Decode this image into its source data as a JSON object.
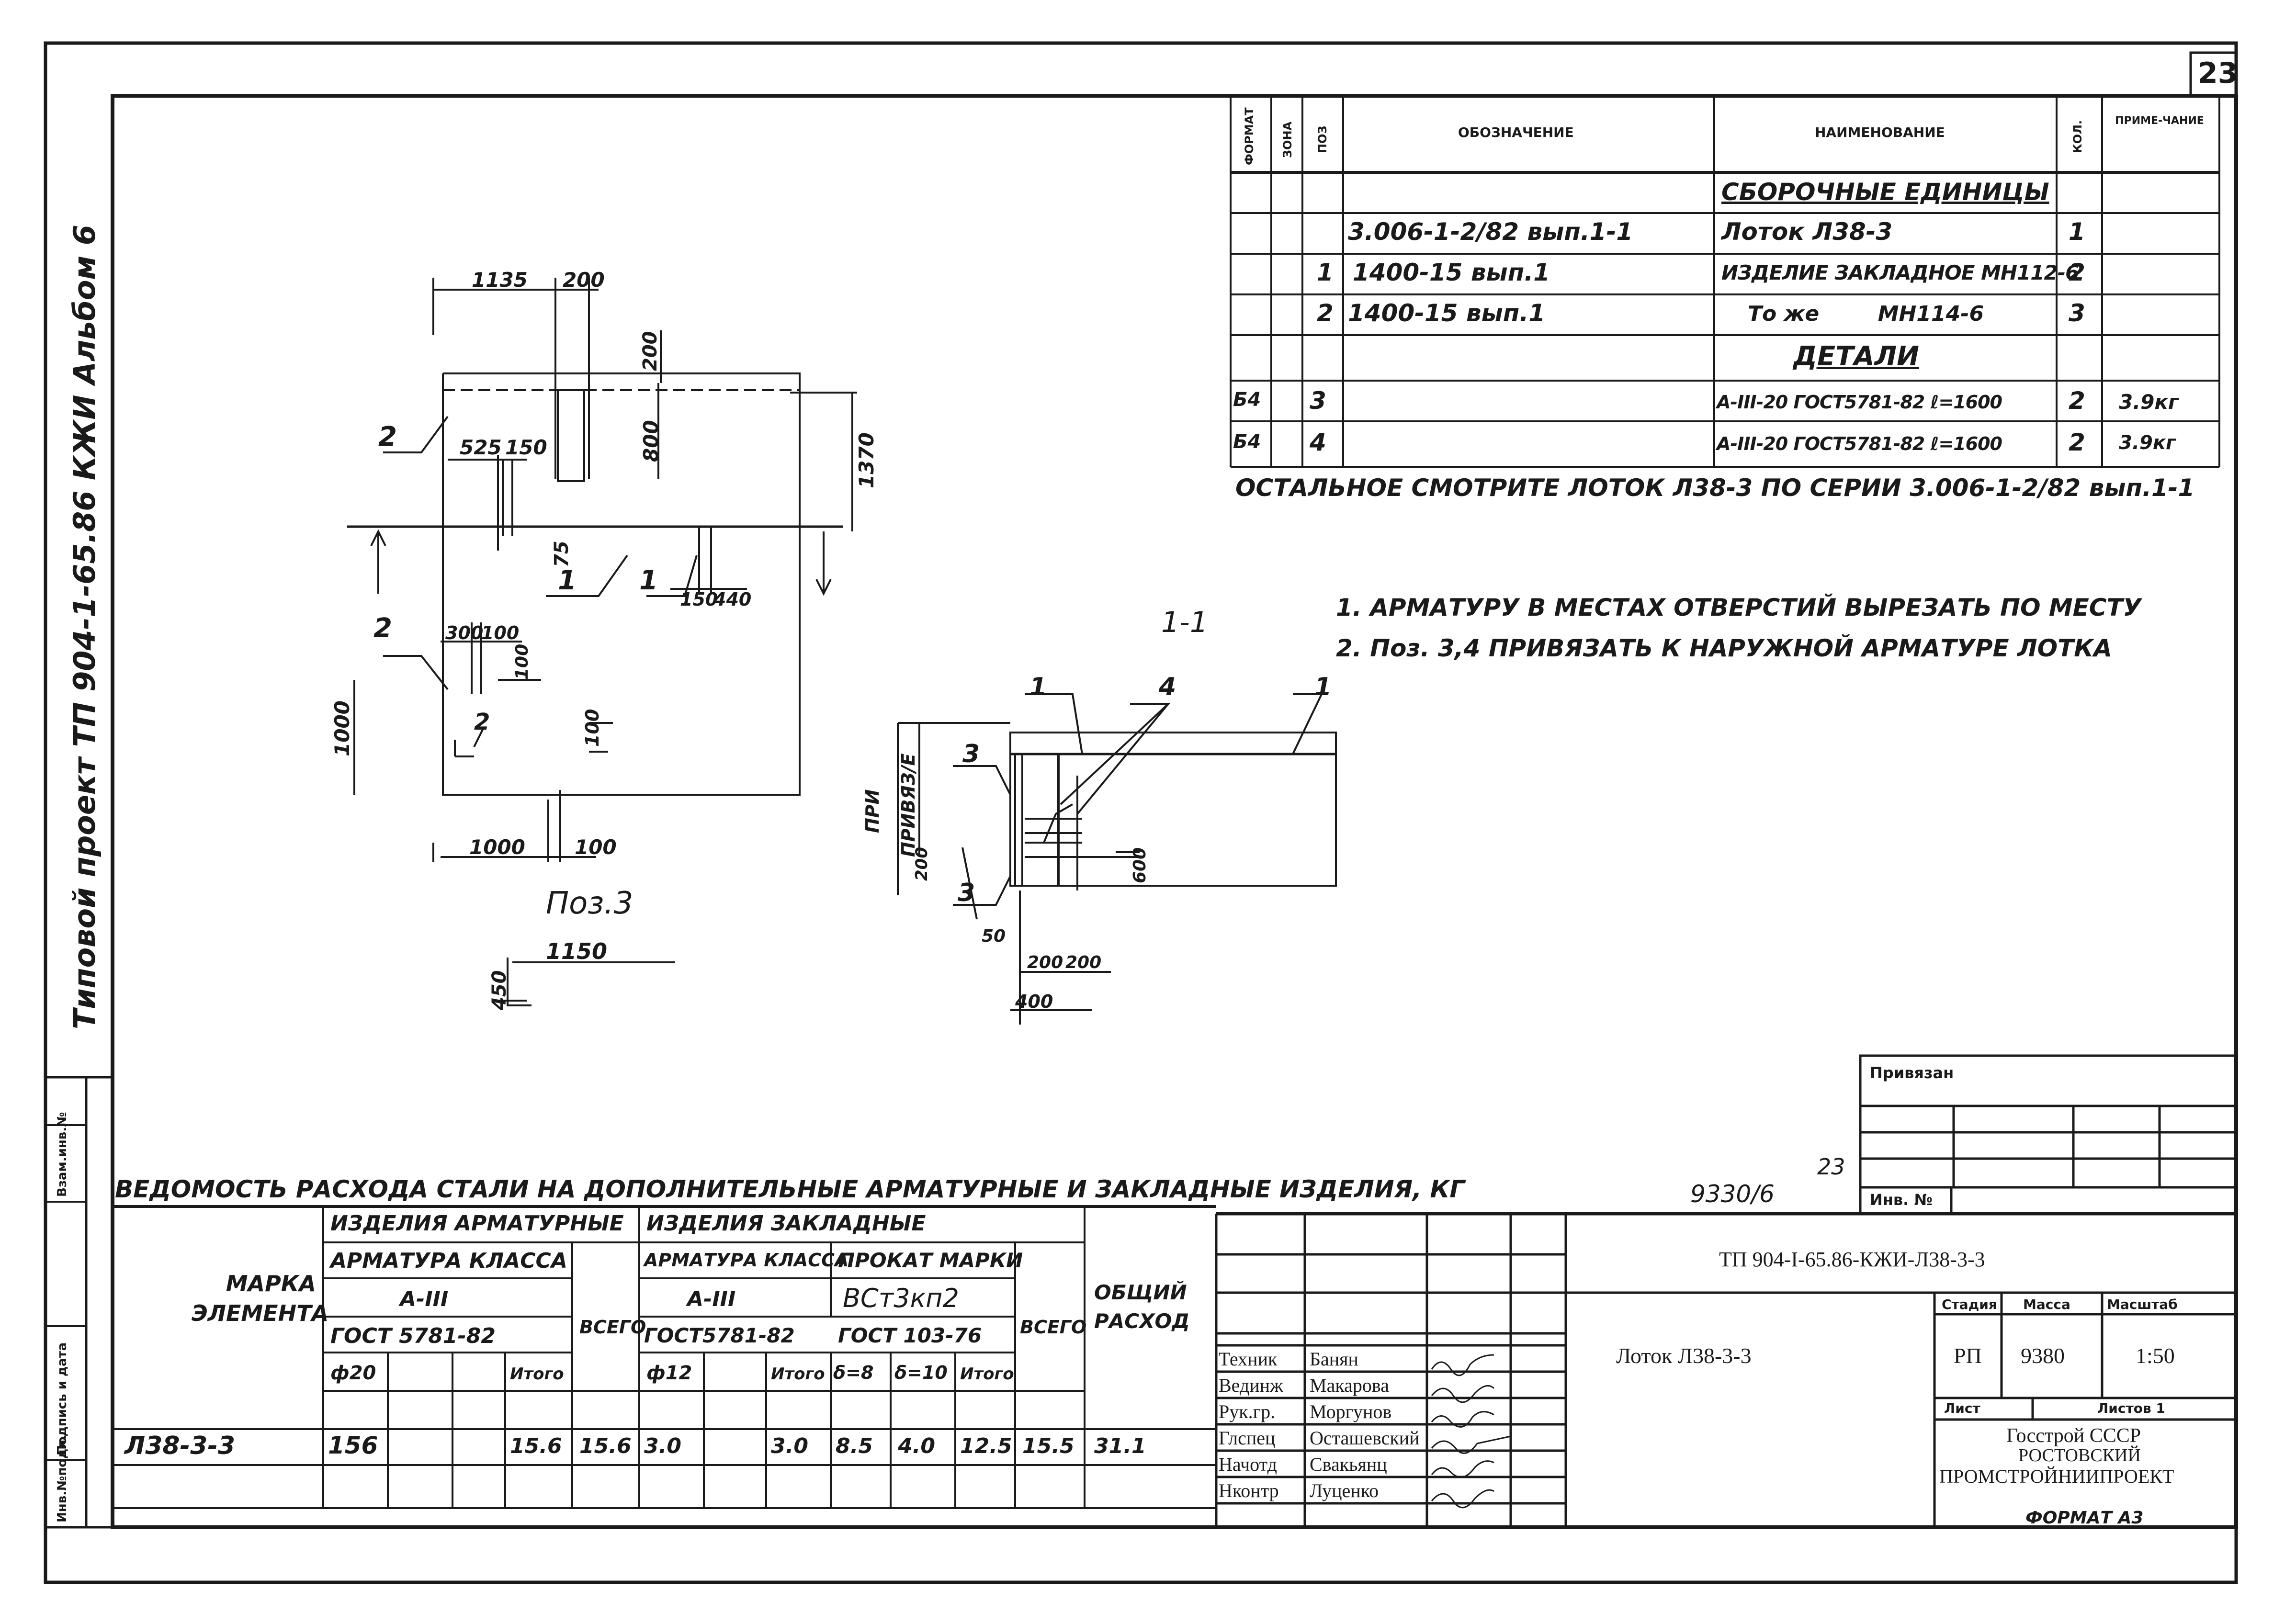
{
  "sheet_number": "23",
  "side_strip": {
    "project": "Типовой проект ТП 904-1-65.86 КЖИ Альбом 6",
    "cells": [
      "Инв.№подл.",
      "Подпись и дата",
      "Взам.инв.№"
    ]
  },
  "spec_table": {
    "headers": [
      "ФОРМАТ",
      "ЗОНА",
      "ПОЗ",
      "ОБОЗНАЧЕНИЕ",
      "НАИМЕНОВАНИЕ",
      "КОЛ.",
      "ПРИМЕ-ЧАНИЕ"
    ],
    "rows": [
      {
        "fmt": "",
        "zone": "",
        "pos": "",
        "code": "",
        "name": "СБОРОЧНЫЕ ЕДИНИЦЫ",
        "qty": "",
        "note": ""
      },
      {
        "fmt": "",
        "zone": "",
        "pos": "",
        "code": "3.006-1-2/82 вып.1-1",
        "name": "Лоток Л38-3",
        "qty": "1",
        "note": ""
      },
      {
        "fmt": "",
        "zone": "",
        "pos": "1",
        "code": "1400-15 вып.1",
        "name": "ИЗДЕЛИЕ ЗАКЛАДНОЕ МН112-6",
        "qty": "2",
        "note": ""
      },
      {
        "fmt": "",
        "zone": "",
        "pos": "2",
        "code": "1400-15 вып.1",
        "name": "То же        МН114-6",
        "qty": "3",
        "note": ""
      },
      {
        "fmt": "",
        "zone": "",
        "pos": "",
        "code": "",
        "name": "ДЕТАЛИ",
        "qty": "",
        "note": ""
      },
      {
        "fmt": "Б4",
        "zone": "",
        "pos": "3",
        "code": "",
        "name": "A-III-20 ГОСТ5781-82 ℓ=1600",
        "qty": "2",
        "note": "3.9кг"
      },
      {
        "fmt": "Б4",
        "zone": "",
        "pos": "4",
        "code": "",
        "name": "A-III-20 ГОСТ5781-82 ℓ=1600",
        "qty": "2",
        "note": "3.9кг"
      }
    ],
    "footnote": "ОСТАЛЬНОЕ СМОТРИТЕ ЛОТОК Л38-3 ПО СЕРИИ 3.006-1-2/82 вып.1-1"
  },
  "notes": [
    "1. АРМАТУРУ В МЕСТАХ ОТВЕРСТИЙ ВЫРЕЗАТЬ ПО МЕСТУ",
    "2. Поз. 3,4 ПРИВЯЗАТЬ К НАРУЖНОЙ АРМАТУРЕ ЛОТКА"
  ],
  "plan_drawing": {
    "dims": [
      "1135",
      "200",
      "200",
      "800",
      "1370",
      "525",
      "150",
      "75",
      "150",
      "440",
      "300",
      "100",
      "100",
      "1000",
      "100",
      "1000",
      "100"
    ],
    "labels": [
      "2",
      "2",
      "2",
      "1",
      "1"
    ],
    "caption": "Поз.3",
    "bar_dims": [
      "1150",
      "450"
    ]
  },
  "section": {
    "title": "1-1",
    "labels": [
      "1",
      "4",
      "1",
      "3",
      "3"
    ],
    "dims": [
      "ПРИВЯЗ/Е",
      "ПРИ",
      "200",
      "50",
      "200",
      "200",
      "400",
      "600"
    ]
  },
  "steel_table": {
    "title": "ВЕДОМОСТЬ РАСХОДА СТАЛИ НА ДОПОЛНИТЕЛЬНЫЕ АРМАТУРНЫЕ И ЗАКЛАДНЫЕ ИЗДЕЛИЯ, КГ",
    "mark_header": "МАРКА ЭЛЕМЕНТА",
    "group1": "ИЗДЕЛИЯ АРМАТУРНЫЕ",
    "group1_sub": "АРМАТУРА КЛАССА",
    "group1_class": "A-III",
    "group1_gost": "ГОСТ 5781-82",
    "group1_cols": [
      "ф20",
      "",
      "",
      "Итого"
    ],
    "group2": "ИЗДЕЛИЯ ЗАКЛАДНЫЕ",
    "group2_sub_a": "АРМАТУРА КЛАССА",
    "group2_class": "A-III",
    "group2_gost_a": "ГОСТ5781-82",
    "group2_sub_b": "ПРОКАТ МАРКИ",
    "group2_steel": "ВСт3кп2",
    "group2_gost_b": "ГОСТ 103-76",
    "group2_cols": [
      "ф12",
      "",
      "Итого",
      "δ=8",
      "δ=10",
      "Итого"
    ],
    "total_header": "ВСЕГО",
    "general_header": "ОБЩИЙ РАСХОД",
    "row": {
      "mark": "Л38-3-3",
      "v": [
        "156",
        "",
        "",
        "15.6",
        "15.6",
        "3.0",
        "",
        "3.0",
        "8.5",
        "4.0",
        "12.5",
        "15.5",
        "31.1"
      ]
    }
  },
  "stamp": {
    "inventory_top": "9330/6",
    "inventory_sup": "23",
    "bound": "Привязан",
    "inv_no": "Инв. №",
    "code": "ТП 904-I-65.86-КЖИ-Л38-3-3",
    "title": "Лоток Л38-3-3",
    "stage_h": "Стадия",
    "mass_h": "Масса",
    "scale_h": "Масштаб",
    "stage": "РП",
    "mass": "9380",
    "scale": "1:50",
    "sheet_h": "Лист",
    "sheets_h": "Листов 1",
    "org": [
      "Госстрой СССР",
      "РОСТОВСКИЙ",
      "ПРОМСТРОЙНИИПРОЕКТ"
    ],
    "format": "ФОРМАТ А3",
    "people": [
      {
        "role": "Техник",
        "name": "Банян"
      },
      {
        "role": "Вединж",
        "name": "Макарова"
      },
      {
        "role": "Рук.гр.",
        "name": "Моргунов"
      },
      {
        "role": "Глспец",
        "name": "Осташевский"
      },
      {
        "role": "Начотд",
        "name": "Свакьянц"
      },
      {
        "role": "Нконтр",
        "name": "Луценко"
      }
    ]
  }
}
